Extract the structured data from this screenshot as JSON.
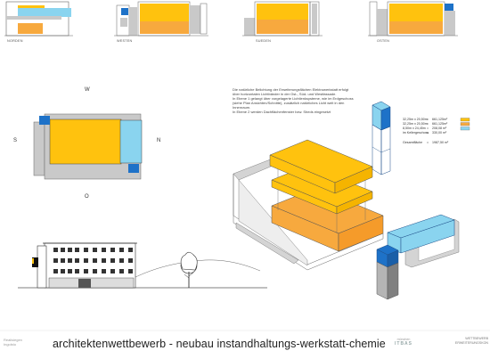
{
  "colors": {
    "orange": "#f7a93e",
    "yellow": "#ffc20e",
    "blue": "#1e72c8",
    "light_blue": "#8ad4ef",
    "grey": "#c9c9c9",
    "dark_grey": "#808080",
    "outline": "#666666"
  },
  "elevations": [
    {
      "label": "NORDEN"
    },
    {
      "label": "WESTEN"
    },
    {
      "label": "SUEDEN"
    },
    {
      "label": "OSTEN"
    }
  ],
  "compass": {
    "north": "N",
    "south": "S",
    "west": "W",
    "east": "O"
  },
  "description": {
    "lines": [
      "Die natürliche Belichtung der Erweiterungsflächen Elektrowerkstatt erfolgt",
      "über horizontalen Lichtbänder in der Ost-, Süd- und Westfassade.",
      "In Ebene 1 gelangt über vorgelagerte Lichtlenksysteme, wie im Erdgeschoss",
      "(siehe Plan Ansichten/Schnitte), zusätzlich natürliches Licht weit in den",
      "Innenraum.",
      "In Ebene 2 werden Dachflächenfenster bzw. Sheds eingesetzt"
    ]
  },
  "area_table": {
    "rows": [
      {
        "dims": "32,25m x 20,50m",
        "eq": "=",
        "value": "661,125m²",
        "swatch": "yellow"
      },
      {
        "dims": "32,25m x 20,50m",
        "eq": "=",
        "value": "661,125m²",
        "swatch": "orange"
      },
      {
        "dims": "8,50m x 24,45m",
        "eq": "=",
        "value": "208,08 m²",
        "swatch": "light_blue"
      },
      {
        "dims": "im Kellergeschoss",
        "eq": "=",
        "value": "330,00 m²",
        "swatch": ""
      }
    ],
    "total_label": "Gesamtfläche",
    "total_eq": "=",
    "total_value": "1987,50 m²"
  },
  "footer": {
    "title": "architektenwettbewerb - neubau instandhaltungs-werkstatt-chemie",
    "logo_left_line1": "Realisiegen",
    "logo_left_line2": "Ingolstu",
    "logo_mid_line1": "münchen",
    "logo_mid_line2": "ITBAS",
    "right_line1": "WETTBEWERB",
    "right_line2": "ERWEITERUNGSKON"
  }
}
